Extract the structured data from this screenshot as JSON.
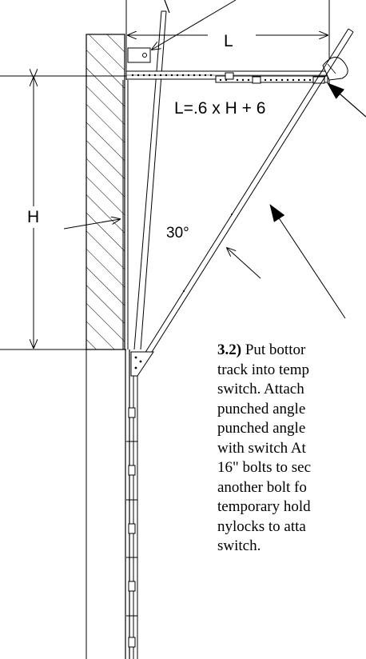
{
  "labels": {
    "length": "L",
    "height": "H",
    "formula": "L=.6 x H + 6",
    "angle": "30°"
  },
  "instructions": {
    "step": "3.2)",
    "lines": [
      " Put bottor",
      "track into temp",
      "switch. Attach",
      "punched angle",
      "punched angle",
      "with switch At",
      "16\" bolts to sec",
      "another bolt fo",
      "temporary hold",
      "nylocks to atta",
      "switch."
    ]
  },
  "colors": {
    "ink": "#000000",
    "paper": "#ffffff"
  }
}
